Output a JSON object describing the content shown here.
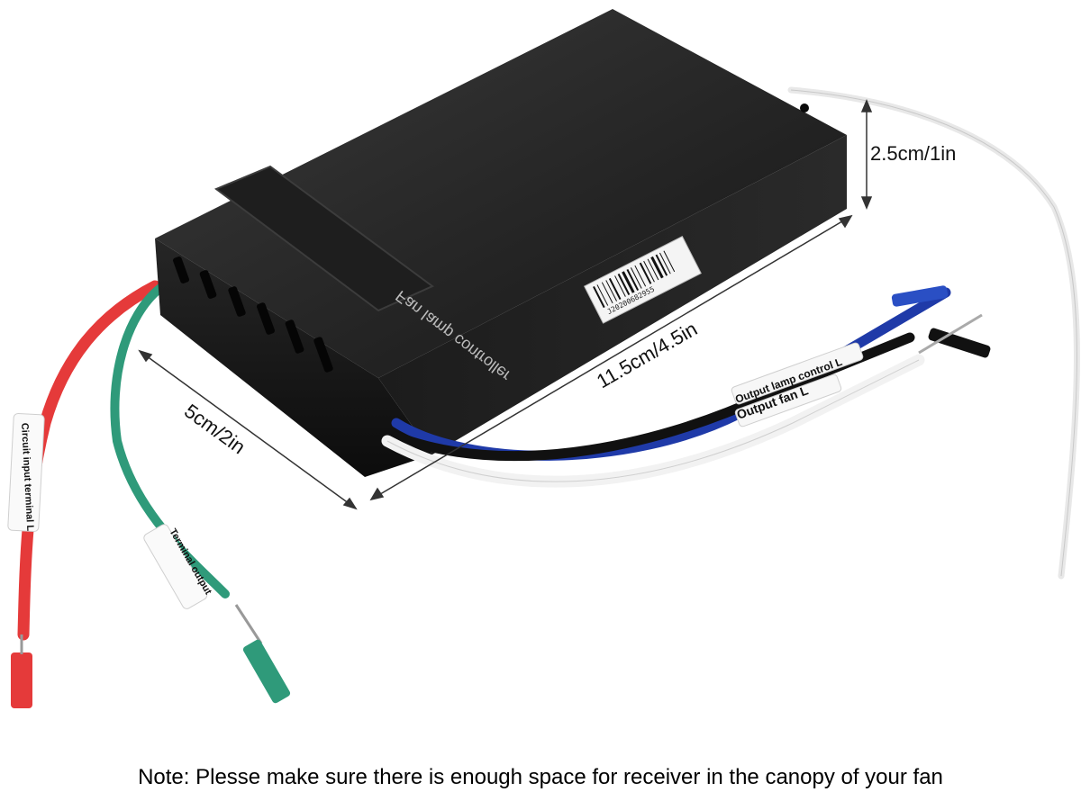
{
  "product": {
    "panel_label": "Fan lamp controller",
    "barcode_number": "J20200682955"
  },
  "dimensions": {
    "height": "2.5cm/1in",
    "length": "11.5cm/4.5in",
    "width": "5cm/2in"
  },
  "wire_labels": {
    "lamp": "Output lamp control L",
    "fan": "Output fan L",
    "red": "Circuit input terminal L",
    "green": "Terminal output"
  },
  "note": "Note: Plesse make sure there is enough space for receiver in the canopy of your fan"
}
